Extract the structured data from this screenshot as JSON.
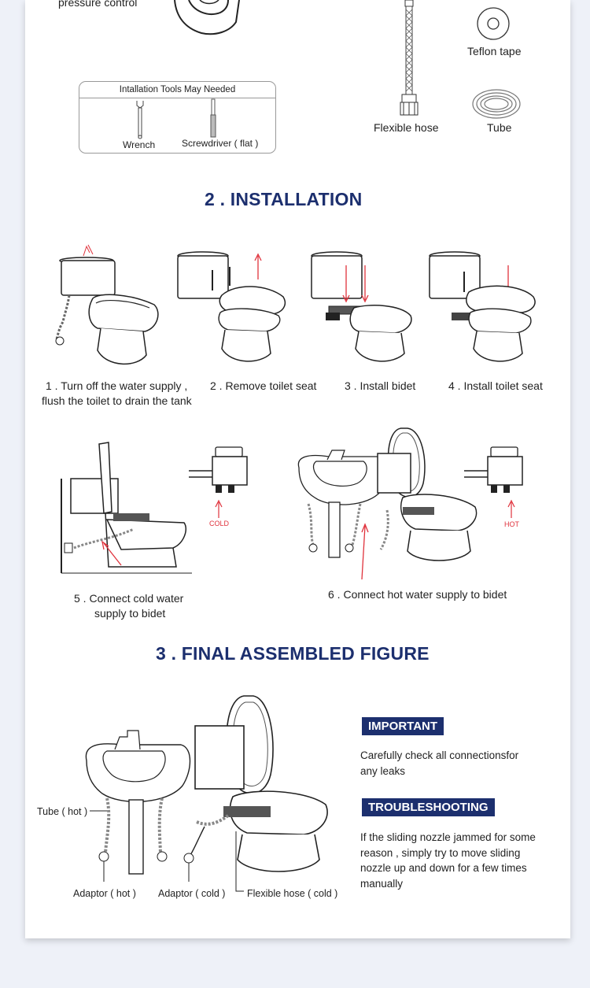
{
  "parts_top": {
    "pressure_control_label": "pressure control",
    "teflon_label": "Teflon tape",
    "flexible_hose_label": "Flexible hose",
    "tube_label": "Tube"
  },
  "tools": {
    "heading": "Intallation Tools May Needed",
    "wrench_label": "Wrench",
    "screwdriver_label": "Screwdriver ( flat )"
  },
  "installation": {
    "title": "2 . INSTALLATION",
    "step1_line1": "1 . Turn off the water supply ,",
    "step1_line2": "flush the toilet to drain the tank",
    "step2": "2 . Remove toilet seat",
    "step3": "3 . Install bidet",
    "step4": "4 . Install toilet seat",
    "step5_line1": "5 . Connect cold water",
    "step5_line2": "supply to bidet",
    "step6": "6 . Connect hot water supply to bidet",
    "cold_tag": "COLD",
    "hot_tag": "HOT"
  },
  "final": {
    "title": "3 . FINAL ASSEMBLED FIGURE",
    "tube_hot_label": "Tube ( hot )",
    "adaptor_hot_label": "Adaptor ( hot )",
    "adaptor_cold_label": "Adaptor ( cold )",
    "flexible_hose_cold_label": "Flexible hose ( cold )",
    "important_badge": "IMPORTANT",
    "important_line1": "Carefully check all connectionsfor",
    "important_line2": "any leaks",
    "troubleshooting_badge": "TROUBLESHOOTING",
    "trouble_line1": "If the sliding nozzle jammed for some",
    "trouble_line2": "reason , simply try to move sliding",
    "trouble_line3": "nozzle up and down for a few times",
    "trouble_line4": "manually"
  },
  "colors": {
    "title_navy": "#1c2f6e",
    "arrow_red": "#e0323c",
    "background": "#eef1f8"
  }
}
